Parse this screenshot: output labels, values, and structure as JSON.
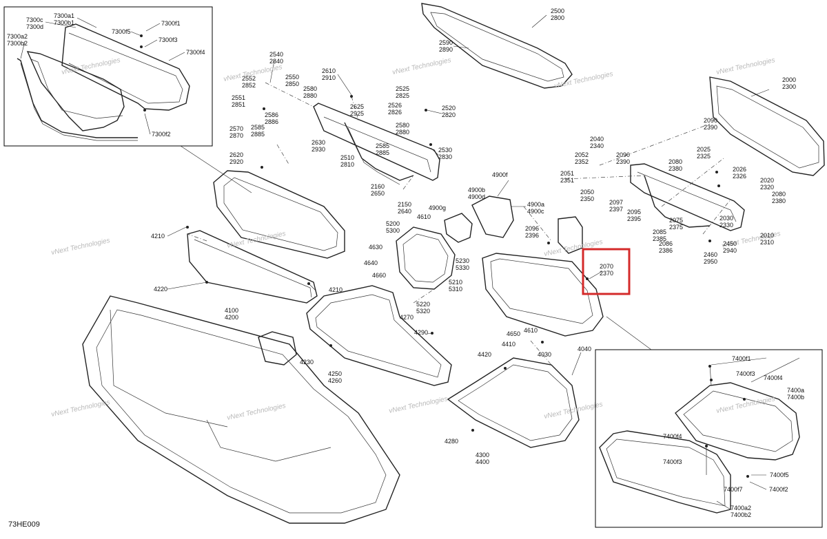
{
  "diagram_code": "73HE009",
  "watermark": "vNext Technologies",
  "highlight_color": "#d42a2a",
  "highlighted_callout": {
    "line1": "2070",
    "line2": "2370"
  },
  "callouts": {
    "c7300c": [
      "7300c",
      "7300d"
    ],
    "c7300a1": [
      "7300a1",
      "7300b1"
    ],
    "c7300a2": [
      "7300a2",
      "7300b2"
    ],
    "c7300f5": [
      "7300f5"
    ],
    "c7300f1": [
      "7300f1"
    ],
    "c7300f3": [
      "7300f3"
    ],
    "c7300f4": [
      "7300f4"
    ],
    "c7300f2": [
      "7300f2"
    ],
    "c2500": [
      "2500",
      "2800"
    ],
    "c2590": [
      "2590",
      "2890"
    ],
    "c2540": [
      "2540",
      "2840"
    ],
    "c2552": [
      "2552",
      "2852"
    ],
    "c2550": [
      "2550",
      "2850"
    ],
    "c2610": [
      "2610",
      "2910"
    ],
    "c2551": [
      "2551",
      "2851"
    ],
    "c2586": [
      "2586",
      "2886"
    ],
    "c2580a": [
      "2580",
      "2880"
    ],
    "c2525": [
      "2525",
      "2825"
    ],
    "c2625": [
      "2625",
      "2925"
    ],
    "c2526": [
      "2526",
      "2826"
    ],
    "c2520": [
      "2520",
      "2820"
    ],
    "c2570": [
      "2570",
      "2870"
    ],
    "c2585a": [
      "2585",
      "2885"
    ],
    "c2630": [
      "2630",
      "2930"
    ],
    "c2580b": [
      "2580",
      "2880"
    ],
    "c2585b": [
      "2585",
      "2885"
    ],
    "c2530": [
      "2530",
      "2830"
    ],
    "c2620": [
      "2620",
      "2920"
    ],
    "c2510": [
      "2510",
      "2810"
    ],
    "c2160": [
      "2160",
      "2650"
    ],
    "c2150": [
      "2150",
      "2640"
    ],
    "c2000": [
      "2000",
      "2300"
    ],
    "c2090a": [
      "2090",
      "2390"
    ],
    "c2040": [
      "2040",
      "2340"
    ],
    "c2052": [
      "2052",
      "2352"
    ],
    "c2090b": [
      "2090",
      "2390"
    ],
    "c2025": [
      "2025",
      "2325"
    ],
    "c2080a": [
      "2080",
      "2380"
    ],
    "c2026": [
      "2026",
      "2326"
    ],
    "c2051": [
      "2051",
      "2351"
    ],
    "c2020": [
      "2020",
      "2320"
    ],
    "c2050": [
      "2050",
      "2350"
    ],
    "c2080b": [
      "2080",
      "2380"
    ],
    "c2097": [
      "2097",
      "2397"
    ],
    "c2095": [
      "2095",
      "2395"
    ],
    "c2030": [
      "2030",
      "2330"
    ],
    "c2075": [
      "2075",
      "2375"
    ],
    "c2085": [
      "2085",
      "2385"
    ],
    "c2096": [
      "2096",
      "2396"
    ],
    "c2010": [
      "2010",
      "2310"
    ],
    "c2086": [
      "2086",
      "2386"
    ],
    "c2450": [
      "2450",
      "2940"
    ],
    "c2460": [
      "2460",
      "2950"
    ],
    "c4900f": [
      "4900f"
    ],
    "c4900b": [
      "4900b",
      "4900d"
    ],
    "c4900g": [
      "4900g"
    ],
    "c4900a": [
      "4900a",
      "4900c"
    ],
    "c4610a": [
      "4610"
    ],
    "c5200": [
      "5200",
      "5300"
    ],
    "c4630": [
      "4630"
    ],
    "c4640": [
      "4640"
    ],
    "c5230": [
      "5230",
      "5330"
    ],
    "c4660": [
      "4660"
    ],
    "c5210": [
      "5210",
      "5310"
    ],
    "c5220": [
      "5220",
      "5320"
    ],
    "c4270": [
      "4270"
    ],
    "c4210a": [
      "4210"
    ],
    "c4210b": [
      "4210"
    ],
    "c4220": [
      "4220"
    ],
    "c4100": [
      "4100",
      "4200"
    ],
    "c4290": [
      "4290"
    ],
    "c4230": [
      "4230"
    ],
    "c4250": [
      "4250",
      "4260"
    ],
    "c4650": [
      "4650"
    ],
    "c4610b": [
      "4610"
    ],
    "c4410": [
      "4410"
    ],
    "c4030": [
      "4030"
    ],
    "c4420": [
      "4420"
    ],
    "c4040": [
      "4040"
    ],
    "c4280": [
      "4280"
    ],
    "c4300": [
      "4300",
      "4400"
    ],
    "c7400f1": [
      "7400f1"
    ],
    "c7400f3": [
      "7400f3"
    ],
    "c7400f4a": [
      "7400f4"
    ],
    "c7400a": [
      "7400a",
      "7400b"
    ],
    "c7400f4b": [
      "7400f4"
    ],
    "c7400f3b": [
      "7400f3"
    ],
    "c7400f5": [
      "7400f5"
    ],
    "c7400f7": [
      "7400f7"
    ],
    "c7400f2": [
      "7400f2"
    ],
    "c7400a2": [
      "7400a2",
      "7400b2"
    ]
  }
}
